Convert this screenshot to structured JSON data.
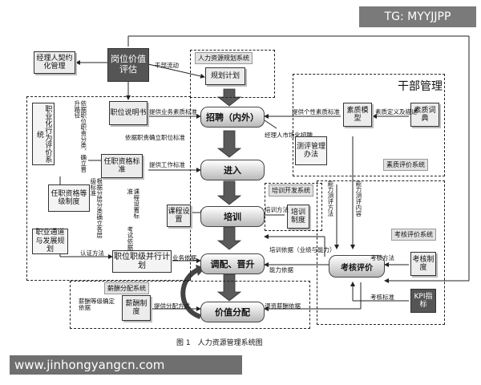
{
  "overlay": {
    "tg": "TG: MYYJJPP",
    "website": "www.jinhongyangcn.com"
  },
  "caption": "图 1　人力资源管理系统图",
  "sections": {
    "planning": "人力资源规划系统",
    "cadre": "干部管理",
    "quality_eval": "素质评价系统",
    "training_dev": "培训开发系统",
    "assessment": "考核评价系统",
    "compensation": "薪酬分配系统"
  },
  "nodes": {
    "manager_contract": "经理人契约化管理",
    "job_value": "岗位价值评估",
    "plan": "规划计划",
    "cadre_flow": "干部流动",
    "career": "职业化行为评价系统",
    "job_desc": "职位说明书",
    "qualification": "任职资格标准",
    "grade_system": "任职资格等级制度",
    "channel": "职业通道与发展规划",
    "rank_plan": "职位职级并行计划",
    "recruit": "招聘（内外）",
    "entry": "进入",
    "training": "培训",
    "adjust": "调配、晋升",
    "value_dist": "价值分配",
    "course": "课程设置",
    "train_sys": "培训制度",
    "quality_model": "素质模型",
    "quality_dict": "素质词典",
    "eval_method": "测评管理办法",
    "manager_market": "经理人市场化招聘",
    "assess_eval": "考核评价",
    "assess_sys": "考核制度",
    "kpi": "KPI指标",
    "salary_sys": "薪酬制度"
  },
  "labels": {
    "job_basis": "依据职位职责分类、确立晋升路径",
    "grade_class": "根据分层分类确立各层级标准",
    "course_basis": "课程设置标准",
    "assess_basis": "考试依据",
    "position_std": "依据职责确立职位标准",
    "provide_quality": "提供业务素质标准",
    "provide_work": "提供工作标准",
    "personal_quality": "提供个性素质标准",
    "quality_def": "素质定义及描述",
    "ability_content": "能力测评内容",
    "ability_method": "能力测评方法",
    "train_method": "培训方法",
    "train_basis": "培训依据（业绩与能力）",
    "ability_basis": "能力依据",
    "business_basis": "业务依据",
    "cert_method": "认证方法",
    "assess_method": "考核方法",
    "assess_std": "考核标准",
    "salary_level": "薪酬等级确定依据",
    "dist_method": "提供分配方式",
    "salary_adjust": "调资薪酬依据"
  }
}
